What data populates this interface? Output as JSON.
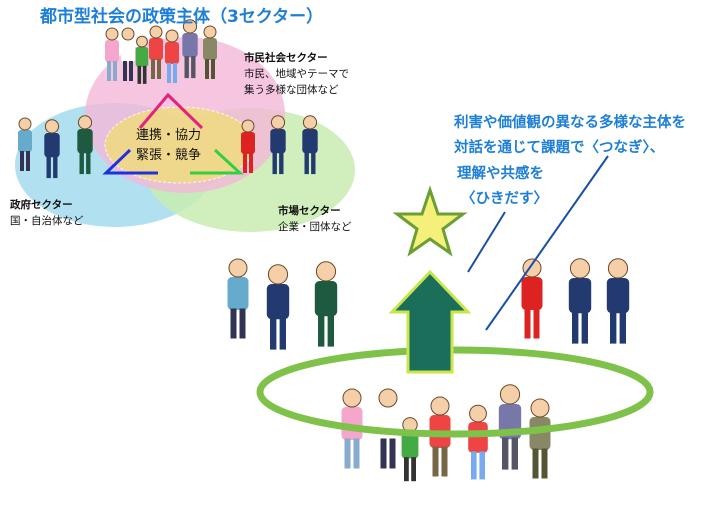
{
  "title": "都市型社会の政策主体（3セクター）",
  "center": {
    "line1": "連携・協力",
    "line2": "緊張・競争"
  },
  "sectors": {
    "civil": {
      "name": "市民社会セクター",
      "desc1": "市民、地域やテーマで",
      "desc2": "集う多様な団体など",
      "color": "#f4b8d8"
    },
    "government": {
      "name": "政府セクター",
      "desc": "国・自治体など",
      "color": "#a9def0"
    },
    "market": {
      "name": "市場セクター",
      "desc": "企業・団体など",
      "color": "#c8ecb0"
    }
  },
  "message": {
    "line1": "利害や価値観の異なる多様な主体を",
    "line2": "対話を通じて課題で〈つなぎ〉、",
    "line3": "理解や共感を",
    "line4": "〈ひきだす〉"
  },
  "colors": {
    "accent": "#1e7fd6",
    "star": "#f5f07a",
    "arrow": "#1a6e5a",
    "grass": "#7fc24a"
  }
}
